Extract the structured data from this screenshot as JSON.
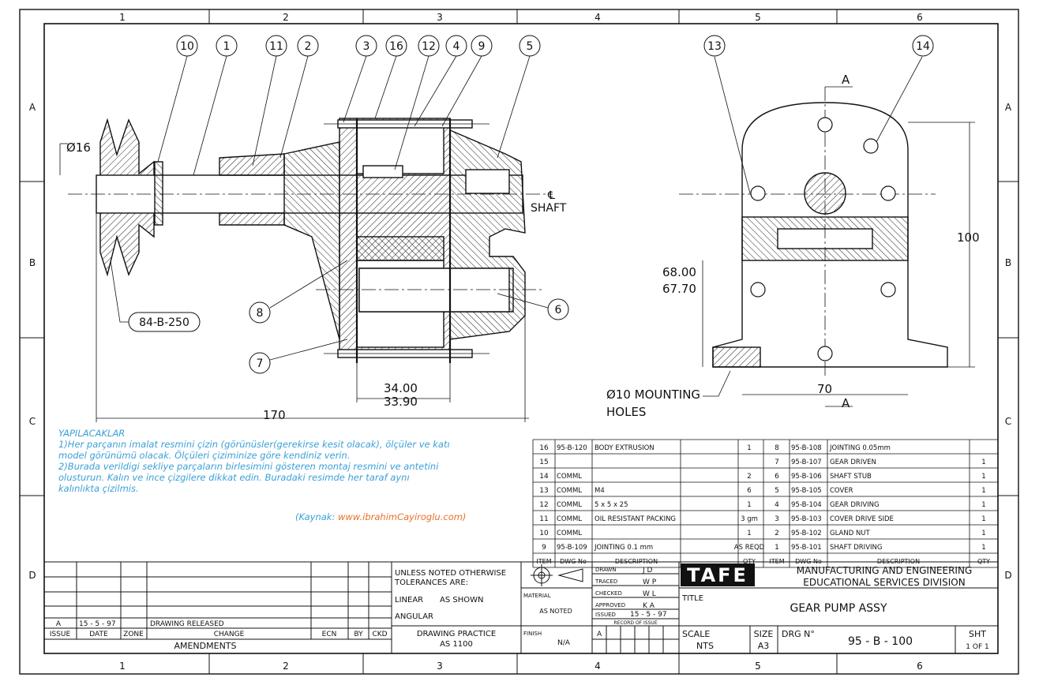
{
  "zones": {
    "cols": [
      "1",
      "2",
      "3",
      "4",
      "5",
      "6"
    ],
    "rows": [
      "A",
      "B",
      "C",
      "D"
    ]
  },
  "balloons": {
    "left_top": [
      "10",
      "1",
      "11",
      "2",
      "3",
      "16",
      "12",
      "4",
      "9",
      "5"
    ],
    "right_top": [
      "13",
      "14"
    ],
    "b8": "8",
    "b7": "7",
    "b6": "6",
    "ref": "84-B-250"
  },
  "dims": {
    "dia16": "Ø16",
    "shaft_cl": "℄",
    "shaft": "SHAFT",
    "d34a": "34.00",
    "d34b": "33.90",
    "d170": "170",
    "d68a": "68.00",
    "d68b": "67.70",
    "d100": "100",
    "d70": "70",
    "holes_a": "Ø10 MOUNTING",
    "holes_b": "HOLES",
    "sect_a": "A",
    "sect_b": "A"
  },
  "notes": {
    "heading": "YAPILACAKLAR",
    "l1": "1)Her parçanın imalat resmini çizin (görünüsler(gerekirse kesit olacak), ölçüler ve katı",
    "l2": "model görünümü olacak. Ölçüleri çiziminize göre kendiniz verin.",
    "l3": "2)Burada verildigi sekliye parçaların birlesimini gösteren montaj resmini ve antetini",
    "l4": "olusturun. Kalın ve ince çizgilere dikkat edin. Buradaki resimde her taraf aynı",
    "l5": "kalınlıkta çizilmis.",
    "source_label": "(Kaynak:",
    "source_url": "www.ibrahimCayiroglu.com)"
  },
  "bom_left": [
    {
      "item": "16",
      "dwg": "95-B-120",
      "desc": "BODY EXTRUSION",
      "qty": "1"
    },
    {
      "item": "15",
      "dwg": "",
      "desc": "",
      "qty": ""
    },
    {
      "item": "14",
      "dwg": "COMML",
      "desc": "",
      "qty": "2"
    },
    {
      "item": "13",
      "dwg": "COMML",
      "desc": "M4",
      "qty": "6"
    },
    {
      "item": "12",
      "dwg": "COMML",
      "desc": "5 x 5 x 25",
      "qty": "1"
    },
    {
      "item": "11",
      "dwg": "COMML",
      "desc": "OIL RESISTANT PACKING",
      "qty": "3 gm"
    },
    {
      "item": "10",
      "dwg": "COMML",
      "desc": "",
      "qty": "1"
    },
    {
      "item": "9",
      "dwg": "95-B-109",
      "desc": "JOINTING 0.1 mm",
      "qty": "AS REQD"
    }
  ],
  "bom_right": [
    {
      "item": "8",
      "dwg": "95-B-108",
      "desc": "JOINTING 0.05mm",
      "qty": ""
    },
    {
      "item": "7",
      "dwg": "95-B-107",
      "desc": "GEAR DRIVEN",
      "qty": "1"
    },
    {
      "item": "6",
      "dwg": "95-B-106",
      "desc": "SHAFT STUB",
      "qty": "1"
    },
    {
      "item": "5",
      "dwg": "95-B-105",
      "desc": "COVER",
      "qty": "1"
    },
    {
      "item": "4",
      "dwg": "95-B-104",
      "desc": "GEAR DRIVING",
      "qty": "1"
    },
    {
      "item": "3",
      "dwg": "95-B-103",
      "desc": "COVER DRIVE SIDE",
      "qty": "1"
    },
    {
      "item": "2",
      "dwg": "95-B-102",
      "desc": "GLAND NUT",
      "qty": "1"
    },
    {
      "item": "1",
      "dwg": "95-B-101",
      "desc": "SHAFT DRIVING",
      "qty": "1"
    }
  ],
  "bom_header": {
    "item": "ITEM",
    "dwg": "DWG No",
    "desc": "DESCRIPTION",
    "qty": "QTY"
  },
  "title_block": {
    "tol1": "UNLESS NOTED OTHERWISE",
    "tol2": "TOLERANCES ARE:",
    "linear": "LINEAR",
    "linear_val": "AS SHOWN",
    "angular": "ANGULAR",
    "practice1": "DRAWING PRACTICE",
    "practice2": "AS 1100",
    "material": "MATERIAL",
    "material_val": "AS NOTED",
    "finish": "FINISH",
    "finish_val": "N/A",
    "drawn": "DRAWN",
    "drawn_val": "J D",
    "traced": "TRACED",
    "traced_val": "W P",
    "checked": "CHECKED",
    "checked_val": "W L",
    "approved": "APPROVED",
    "approved_val": "K A",
    "issued": "ISSUED",
    "issued_val": "15 - 5 - 97",
    "record": "RECORD OF ISSUE",
    "rec_a": "A",
    "logo": "TAFE",
    "org1": "MANUFACTURING AND ENGINEERING",
    "org2": "EDUCATIONAL SERVICES DIVISION",
    "title_lbl": "TITLE",
    "title": "GEAR PUMP ASSY",
    "scale_lbl": "SCALE",
    "scale": "NTS",
    "size_lbl": "SIZE",
    "size": "A3",
    "drg_lbl": "DRG N°",
    "drg": "95 - B - 100",
    "sht_lbl": "SHT",
    "sht": "1 OF 1"
  },
  "amendments": {
    "issue": "A",
    "date": "15 - 5 - 97",
    "change": "DRAWING RELEASED",
    "h_issue": "ISSUE",
    "h_date": "DATE",
    "h_zone": "ZONE",
    "h_change": "CHANGE",
    "h_ecn": "ECN",
    "h_by": "BY",
    "h_ckd": "CKD",
    "footer": "AMENDMENTS"
  }
}
